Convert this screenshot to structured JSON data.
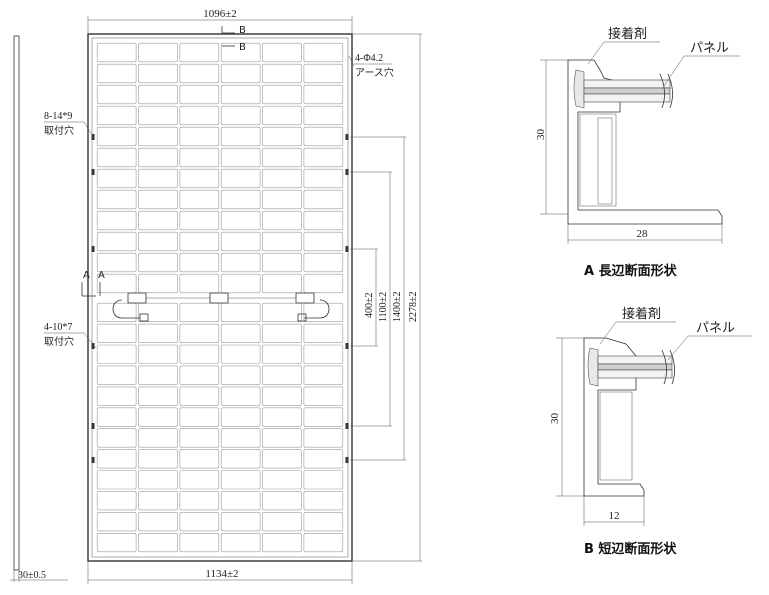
{
  "panel_drawing": {
    "dims": {
      "top_width": "1096±2",
      "bottom_width": "1134±2",
      "thickness": "30±0.5",
      "d400": "400±2",
      "d1100": "1100±2",
      "d1400": "1400±2",
      "d2278": "2278±2"
    },
    "labels": {
      "section_b_1": "B",
      "section_b_2": "B",
      "section_a_1": "A",
      "section_a_2": "A",
      "earth_hole_spec": "4-Φ4.2",
      "earth_hole_name": "アース穴",
      "mount_hole_top_spec": "8-14*9",
      "mount_hole_top_name": "取付穴",
      "mount_hole_bottom_spec": "4-10*7",
      "mount_hole_bottom_name": "取付穴"
    }
  },
  "section_a": {
    "adhesive": "接着剤",
    "panel": "パネル",
    "height": "30",
    "width": "28",
    "caption": "A 長辺断面形状"
  },
  "section_b": {
    "adhesive": "接着剤",
    "panel": "パネル",
    "height": "30",
    "width": "12",
    "caption": "B 短辺断面形状"
  }
}
